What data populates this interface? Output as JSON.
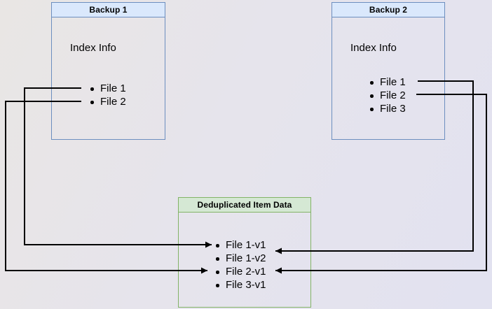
{
  "backup1": {
    "title": "Backup 1",
    "body_label": "Index Info",
    "items": [
      "File 1",
      "File 2"
    ]
  },
  "backup2": {
    "title": "Backup 2",
    "body_label": "Index Info",
    "items": [
      "File 1",
      "File 2",
      "File 3"
    ]
  },
  "dedup": {
    "title": "Deduplicated Item Data",
    "items": [
      "File 1-v1",
      "File 1-v2",
      "File 2-v1",
      "File 3-v1"
    ]
  },
  "arrows": [
    {
      "from": "Backup 1 / File 1",
      "to": "File 1-v1"
    },
    {
      "from": "Backup 1 / File 2",
      "to": "File 2-v1"
    },
    {
      "from": "Backup 2 / File 1",
      "to": "File 1-v2"
    },
    {
      "from": "Backup 2 / File 2",
      "to": "File 2-v1"
    }
  ],
  "colors": {
    "backup_fill": "#dae8fc",
    "backup_border": "#6c8ebf",
    "dedup_fill": "#d5e8d4",
    "dedup_border": "#82b366",
    "arrow": "#000000",
    "bg_from": "#e9e6e4",
    "bg_to": "#e2e2f0"
  }
}
